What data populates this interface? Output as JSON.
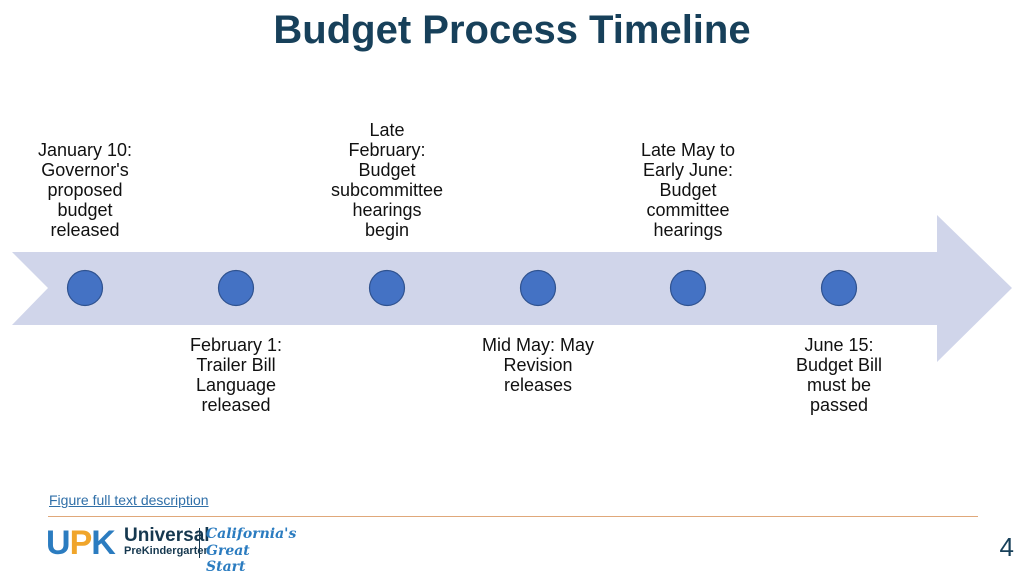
{
  "slide": {
    "title": "Budget Process Timeline",
    "page_number": "4"
  },
  "colors": {
    "title": "#17405a",
    "arrow_fill": "#d0d5ea",
    "dot_fill": "#4472c4",
    "dot_stroke": "#2f528f",
    "divider": "#e0a87a"
  },
  "timeline": {
    "events": [
      {
        "label": "January 10:\nGovernor's\nproposed\nbudget\nreleased"
      },
      {
        "label": "February 1:\nTrailer Bill\nLanguage\nreleased"
      },
      {
        "label": "Late\nFebruary:\nBudget\nsubcommittee\nhearings\nbegin"
      },
      {
        "label": "Mid May: May\nRevision\nreleases"
      },
      {
        "label": "Late May to\nEarly June:\nBudget\ncommittee\nhearings"
      },
      {
        "label": "June 15:\nBudget Bill\nmust be\npassed"
      }
    ]
  },
  "footer": {
    "link_text": "Figure full text description",
    "logo": {
      "u": "U",
      "p": "P",
      "k": "K",
      "universal": "Universal",
      "prek": "PreKindergarten",
      "california": "California's",
      "great_start": "Great Start"
    }
  }
}
